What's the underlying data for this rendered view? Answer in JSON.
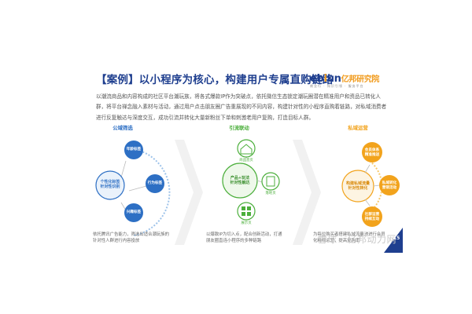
{
  "title": "【案例】以小程序为核心，构建用户专属直购链路",
  "logo": {
    "brand_prefix": "eb",
    "brand_mid": "i",
    "brand_suffix": "un",
    "brand_cn": "亿邦研究院",
    "tagline": "商业行 · 知识引领 · 服务平台"
  },
  "paragraph": "以潮流商品和内容构成的社区平台潮玩族，将各式爆款IP作为突破点，依托微信生态锁定潮玩圈潜在精准用户和资品已转化人群，将平台禅念融入素材与活动，通过用户点击朋友圈广告重展现的不同内容，构建针对性的小程序直购着链路，对私域消费者进行反复触达与深度交互，成功引流并转化大量新粉丝下单和刺激老用户复购，打造目标人群。",
  "sections": [
    {
      "title": "公域筛选",
      "color": "#2d6fc4",
      "center": "个性化标签\n针对性识别",
      "nodes": [
        "年龄标签",
        "行为标签",
        "兴趣标签"
      ],
      "caption": "依托腾讯广告能力，筛选出适合潮玩族的针对性人群进行内容投放"
    },
    {
      "title": "引流联动",
      "color": "#4caf3c",
      "center": "产品+玩法\n针对性触达",
      "nodes": [
        "商品直页",
        "落地页",
        "展示页"
      ],
      "caption": "以爆款IP为切入点，配合创新活动，打通朋友圈直连小程序的多种链路"
    },
    {
      "title": "私域运营",
      "color": "#f2a31c",
      "center": "构建私域流量\n针对性转化",
      "nodes": [
        "会员体系\n精准推送",
        "私域转化\n营销活动",
        "社群运营\n持续互动"
      ],
      "caption": "为每位购买者搭建私域流量池进行会员化精细运营，提高复购率"
    }
  ],
  "watermark": "雪球 · 亿邦动力网",
  "page_number": "15"
}
